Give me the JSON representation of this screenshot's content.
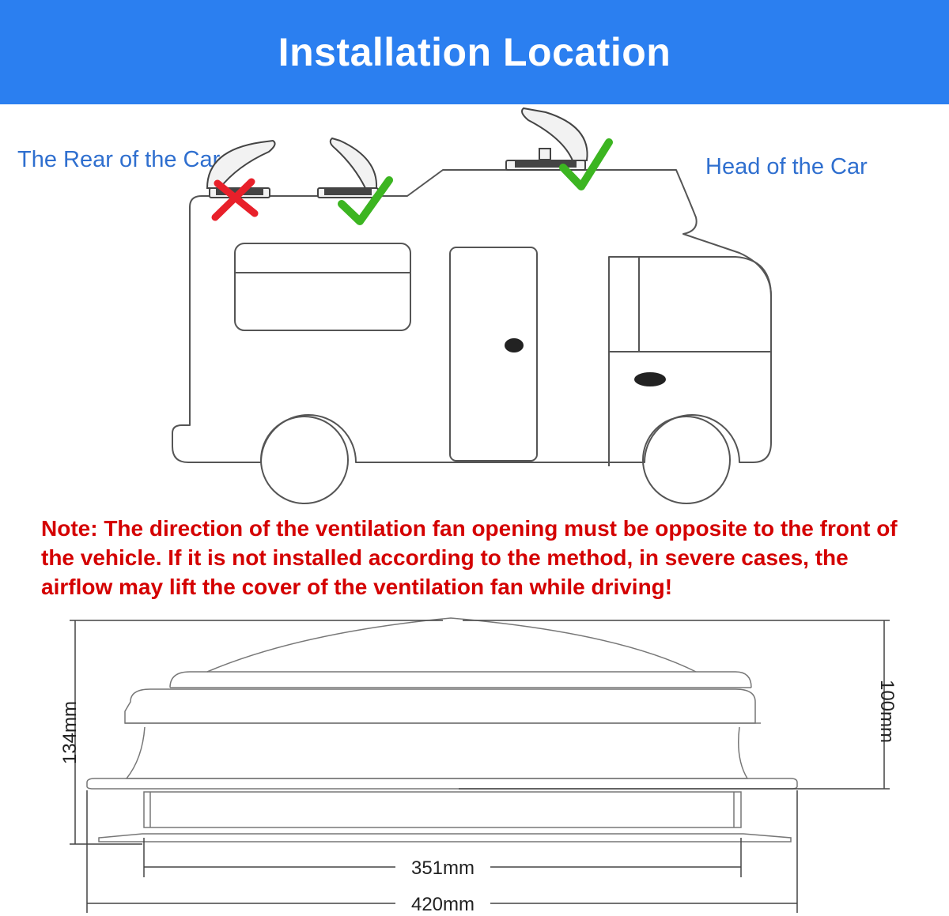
{
  "header": {
    "title": "Installation Location"
  },
  "labels": {
    "rear": "The Rear of the Car",
    "head": "Head of the Car"
  },
  "note": "Note: The direction of the ventilation fan opening must be opposite to the front of the vehicle. If it is not installed according to the method, in severe cases, the airflow may lift the cover of the ventilation fan while driving!",
  "dimensions": {
    "height_total": "134mm",
    "height_lid": "100mm",
    "inner_width": "351mm",
    "outer_width": "420mm"
  },
  "colors": {
    "banner": "#2b7ff0",
    "label": "#2f6fcf",
    "note": "#d40000",
    "check": "#3cb521",
    "cross": "#e8202a"
  },
  "icons": {
    "wrong": "cross-icon",
    "correct": "check-icon"
  }
}
